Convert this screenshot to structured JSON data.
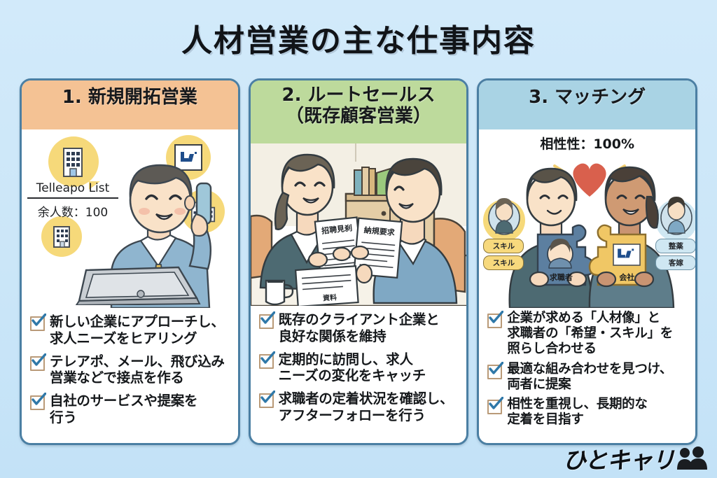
{
  "page": {
    "title": "人材営業の主な仕事内容",
    "background_color": "#cfe9f9"
  },
  "cards": [
    {
      "id": "new-business",
      "header": "1. 新規開拓営業",
      "header_sub": "",
      "header_color": "#f4c294",
      "illustration": {
        "name": "salesperson-on-phone-with-laptop",
        "list_title": "Telleapo List",
        "list_count": "余人数：100",
        "bubble_icons": [
          "building-icon",
          "company-logo-icon",
          "building-icon",
          "building-icon"
        ]
      },
      "bullets": [
        "新しい企業にアプローチし、\n求人ニーズをヒアリング",
        "テレアポ、メール、飛び込み\n営業などで接点を作る",
        "自社のサービスや提案を\n行う"
      ]
    },
    {
      "id": "route-sales",
      "header": "2. ルートセールス",
      "header_sub": "（既存顧客営業）",
      "header_color": "#bdda9c",
      "illustration": {
        "name": "two-people-meeting-with-documents",
        "doc_left": "招聘見刹",
        "doc_right": "納規要求",
        "doc_table": "資料"
      },
      "bullets": [
        "既存のクライアント企業と\n良好な関係を維持",
        "定期的に訪問し、求人\nニーズの変化をキャッチ",
        "求職者の定着状況を確認し、\nアフターフォローを行う"
      ]
    },
    {
      "id": "matching",
      "header": "3. マッチング",
      "header_sub": "",
      "header_color": "#a9d3e4",
      "illustration": {
        "name": "two-people-joining-puzzle-pieces",
        "compatibility": "相性性：100%",
        "puzzle_left_label": "求職者",
        "puzzle_right_label": "会社",
        "left_badges": [
          "スキル",
          "スキル"
        ],
        "right_badges": [
          "整薬",
          "客嫁"
        ],
        "heart_color": "#d9604d"
      },
      "bullets": [
        "企業が求める「人材像」と\n求職者の「希望・スキル」を\n照らし合わせる",
        "最適な組み合わせを見つけ、\n両者に提案",
        "相性を重視し、長期的な\n定着を目指す"
      ]
    }
  ],
  "logo": {
    "text": "ひとキャリ",
    "icon": "two-people-icon"
  }
}
